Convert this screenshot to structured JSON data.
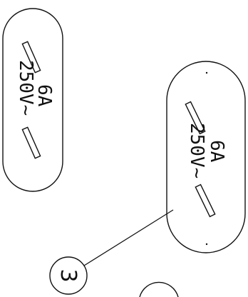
{
  "parts": [
    {
      "rating_current": "6A",
      "rating_voltage": "250V~"
    },
    {
      "rating_current": "6A",
      "rating_voltage": "250V~"
    }
  ],
  "callouts": [
    {
      "number": "3"
    }
  ]
}
